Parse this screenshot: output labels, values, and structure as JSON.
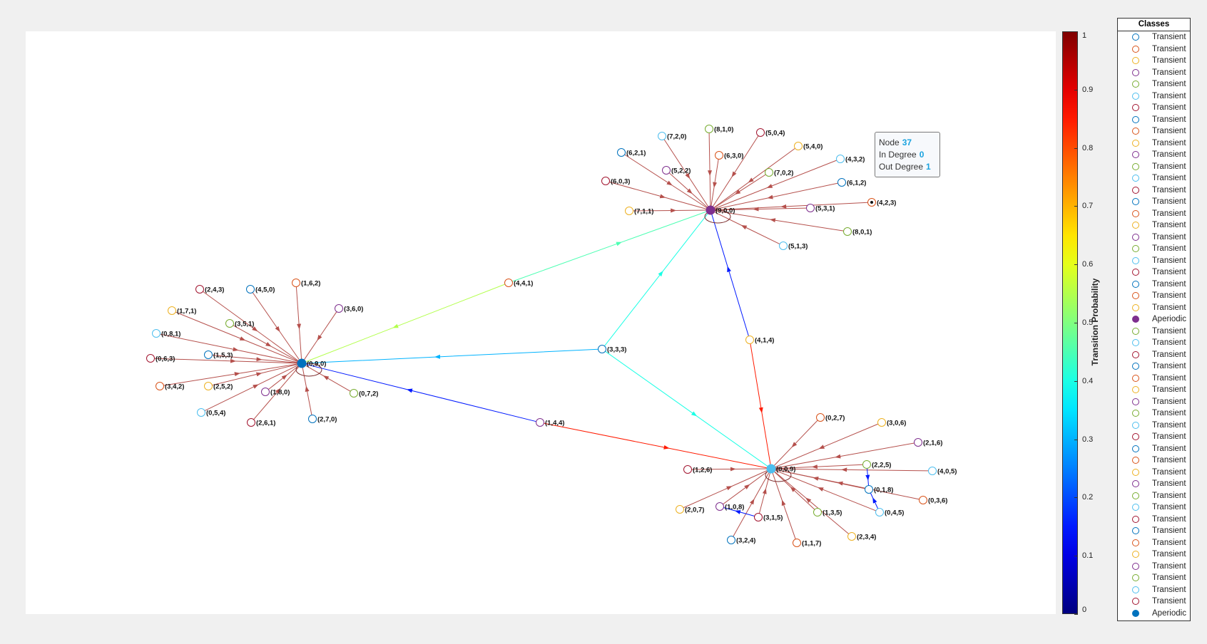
{
  "graph": {
    "nodes": [
      {
        "id": "(9,0,0)",
        "class": "Aperiodic"
      },
      {
        "id": "(0,9,0)",
        "class": "Aperiodic"
      },
      {
        "id": "(0,0,9)",
        "class": "Aperiodic"
      },
      {
        "id": "(3,3,3)",
        "class": "Transient"
      },
      {
        "id": "(4,4,1)",
        "class": "Transient"
      },
      {
        "id": "(4,1,4)",
        "class": "Transient"
      },
      {
        "id": "(1,4,4)",
        "class": "Transient"
      },
      {
        "id": "(8,1,0)",
        "class": "Transient"
      },
      {
        "id": "(7,2,0)",
        "class": "Transient"
      },
      {
        "id": "(5,0,4)",
        "class": "Transient"
      },
      {
        "id": "(6,2,1)",
        "class": "Transient"
      },
      {
        "id": "(6,3,0)",
        "class": "Transient"
      },
      {
        "id": "(5,4,0)",
        "class": "Transient"
      },
      {
        "id": "(5,2,2)",
        "class": "Transient"
      },
      {
        "id": "(7,0,2)",
        "class": "Transient"
      },
      {
        "id": "(4,3,2)",
        "class": "Transient"
      },
      {
        "id": "(6,0,3)",
        "class": "Transient"
      },
      {
        "id": "(6,1,2)",
        "class": "Transient"
      },
      {
        "id": "(4,2,3)",
        "class": "Transient"
      },
      {
        "id": "(7,1,1)",
        "class": "Transient"
      },
      {
        "id": "(5,3,1)",
        "class": "Transient"
      },
      {
        "id": "(8,0,1)",
        "class": "Transient"
      },
      {
        "id": "(5,1,3)",
        "class": "Transient"
      },
      {
        "id": "(2,4,3)",
        "class": "Transient"
      },
      {
        "id": "(4,5,0)",
        "class": "Transient"
      },
      {
        "id": "(1,6,2)",
        "class": "Transient"
      },
      {
        "id": "(1,7,1)",
        "class": "Transient"
      },
      {
        "id": "(3,6,0)",
        "class": "Transient"
      },
      {
        "id": "(3,5,1)",
        "class": "Transient"
      },
      {
        "id": "(0,8,1)",
        "class": "Transient"
      },
      {
        "id": "(0,6,3)",
        "class": "Transient"
      },
      {
        "id": "(1,5,3)",
        "class": "Transient"
      },
      {
        "id": "(3,4,2)",
        "class": "Transient"
      },
      {
        "id": "(2,5,2)",
        "class": "Transient"
      },
      {
        "id": "(1,8,0)",
        "class": "Transient"
      },
      {
        "id": "(0,7,2)",
        "class": "Transient"
      },
      {
        "id": "(0,5,4)",
        "class": "Transient"
      },
      {
        "id": "(2,6,1)",
        "class": "Transient"
      },
      {
        "id": "(2,7,0)",
        "class": "Transient"
      },
      {
        "id": "(0,2,7)",
        "class": "Transient"
      },
      {
        "id": "(3,0,6)",
        "class": "Transient"
      },
      {
        "id": "(2,1,6)",
        "class": "Transient"
      },
      {
        "id": "(2,2,5)",
        "class": "Transient"
      },
      {
        "id": "(4,0,5)",
        "class": "Transient"
      },
      {
        "id": "(1,2,6)",
        "class": "Transient"
      },
      {
        "id": "(0,1,8)",
        "class": "Transient"
      },
      {
        "id": "(0,3,6)",
        "class": "Transient"
      },
      {
        "id": "(2,0,7)",
        "class": "Transient"
      },
      {
        "id": "(1,0,8)",
        "class": "Transient"
      },
      {
        "id": "(1,3,5)",
        "class": "Transient"
      },
      {
        "id": "(0,4,5)",
        "class": "Transient"
      },
      {
        "id": "(3,1,5)",
        "class": "Transient"
      },
      {
        "id": "(3,2,4)",
        "class": "Transient"
      },
      {
        "id": "(1,1,7)",
        "class": "Transient"
      },
      {
        "id": "(2,3,4)",
        "class": "Transient"
      }
    ],
    "main_edges": [
      {
        "from": "(3,3,3)",
        "to": "(9,0,0)",
        "p": 0.4
      },
      {
        "from": "(3,3,3)",
        "to": "(0,9,0)",
        "p": 0.3
      },
      {
        "from": "(3,3,3)",
        "to": "(0,0,9)",
        "p": 0.4
      },
      {
        "from": "(4,4,1)",
        "to": "(9,0,0)",
        "p": 0.45
      },
      {
        "from": "(4,4,1)",
        "to": "(0,9,0)",
        "p": 0.55
      },
      {
        "from": "(4,1,4)",
        "to": "(9,0,0)",
        "p": 0.15
      },
      {
        "from": "(4,1,4)",
        "to": "(0,0,9)",
        "p": 0.85
      },
      {
        "from": "(1,4,4)",
        "to": "(0,9,0)",
        "p": 0.15
      },
      {
        "from": "(1,4,4)",
        "to": "(0,0,9)",
        "p": 0.85
      },
      {
        "from": "(2,2,5)",
        "to": "(0,1,8)",
        "p": 0.15
      },
      {
        "from": "(0,4,5)",
        "to": "(0,1,8)",
        "p": 0.15
      },
      {
        "from": "(3,1,5)",
        "to": "(1,0,8)",
        "p": 0.15
      }
    ]
  },
  "colorbar": {
    "label": "Transition Probability",
    "ticks": [
      "0",
      "0.1",
      "0.2",
      "0.3",
      "0.4",
      "0.5",
      "0.6",
      "0.7",
      "0.8",
      "0.9",
      "1"
    ]
  },
  "legend": {
    "title": "Classes",
    "items": [
      {
        "label": "Transient",
        "color": "#0072bd",
        "filled": false
      },
      {
        "label": "Transient",
        "color": "#d95319",
        "filled": false
      },
      {
        "label": "Transient",
        "color": "#edb120",
        "filled": false
      },
      {
        "label": "Transient",
        "color": "#7e2f8e",
        "filled": false
      },
      {
        "label": "Transient",
        "color": "#77ac30",
        "filled": false
      },
      {
        "label": "Transient",
        "color": "#4dbeee",
        "filled": false
      },
      {
        "label": "Transient",
        "color": "#a2142f",
        "filled": false
      },
      {
        "label": "Transient",
        "color": "#0072bd",
        "filled": false
      },
      {
        "label": "Transient",
        "color": "#d95319",
        "filled": false
      },
      {
        "label": "Transient",
        "color": "#edb120",
        "filled": false
      },
      {
        "label": "Transient",
        "color": "#7e2f8e",
        "filled": false
      },
      {
        "label": "Transient",
        "color": "#77ac30",
        "filled": false
      },
      {
        "label": "Transient",
        "color": "#4dbeee",
        "filled": false
      },
      {
        "label": "Transient",
        "color": "#a2142f",
        "filled": false
      },
      {
        "label": "Transient",
        "color": "#0072bd",
        "filled": false
      },
      {
        "label": "Transient",
        "color": "#d95319",
        "filled": false
      },
      {
        "label": "Transient",
        "color": "#edb120",
        "filled": false
      },
      {
        "label": "Transient",
        "color": "#7e2f8e",
        "filled": false
      },
      {
        "label": "Transient",
        "color": "#77ac30",
        "filled": false
      },
      {
        "label": "Transient",
        "color": "#4dbeee",
        "filled": false
      },
      {
        "label": "Transient",
        "color": "#a2142f",
        "filled": false
      },
      {
        "label": "Transient",
        "color": "#0072bd",
        "filled": false
      },
      {
        "label": "Transient",
        "color": "#d95319",
        "filled": false
      },
      {
        "label": "Transient",
        "color": "#edb120",
        "filled": false
      },
      {
        "label": "Aperiodic",
        "color": "#7e2f8e",
        "filled": true
      },
      {
        "label": "Transient",
        "color": "#77ac30",
        "filled": false
      },
      {
        "label": "Transient",
        "color": "#4dbeee",
        "filled": false
      },
      {
        "label": "Transient",
        "color": "#a2142f",
        "filled": false
      },
      {
        "label": "Transient",
        "color": "#0072bd",
        "filled": false
      },
      {
        "label": "Transient",
        "color": "#d95319",
        "filled": false
      },
      {
        "label": "Transient",
        "color": "#edb120",
        "filled": false
      },
      {
        "label": "Transient",
        "color": "#7e2f8e",
        "filled": false
      },
      {
        "label": "Transient",
        "color": "#77ac30",
        "filled": false
      },
      {
        "label": "Transient",
        "color": "#4dbeee",
        "filled": false
      },
      {
        "label": "Transient",
        "color": "#a2142f",
        "filled": false
      },
      {
        "label": "Transient",
        "color": "#0072bd",
        "filled": false
      },
      {
        "label": "Transient",
        "color": "#d95319",
        "filled": false
      },
      {
        "label": "Transient",
        "color": "#edb120",
        "filled": false
      },
      {
        "label": "Transient",
        "color": "#7e2f8e",
        "filled": false
      },
      {
        "label": "Transient",
        "color": "#77ac30",
        "filled": false
      },
      {
        "label": "Transient",
        "color": "#4dbeee",
        "filled": false
      },
      {
        "label": "Transient",
        "color": "#a2142f",
        "filled": false
      },
      {
        "label": "Transient",
        "color": "#0072bd",
        "filled": false
      },
      {
        "label": "Transient",
        "color": "#d95319",
        "filled": false
      },
      {
        "label": "Transient",
        "color": "#edb120",
        "filled": false
      },
      {
        "label": "Transient",
        "color": "#7e2f8e",
        "filled": false
      },
      {
        "label": "Transient",
        "color": "#77ac30",
        "filled": false
      },
      {
        "label": "Transient",
        "color": "#4dbeee",
        "filled": false
      },
      {
        "label": "Transient",
        "color": "#a2142f",
        "filled": false
      },
      {
        "label": "Aperiodic",
        "color": "#0072bd",
        "filled": true
      }
    ]
  },
  "tooltip": {
    "node_label": "Node",
    "node_value": "37",
    "in_label": "In Degree",
    "in_value": "0",
    "out_label": "Out Degree",
    "out_value": "1"
  }
}
